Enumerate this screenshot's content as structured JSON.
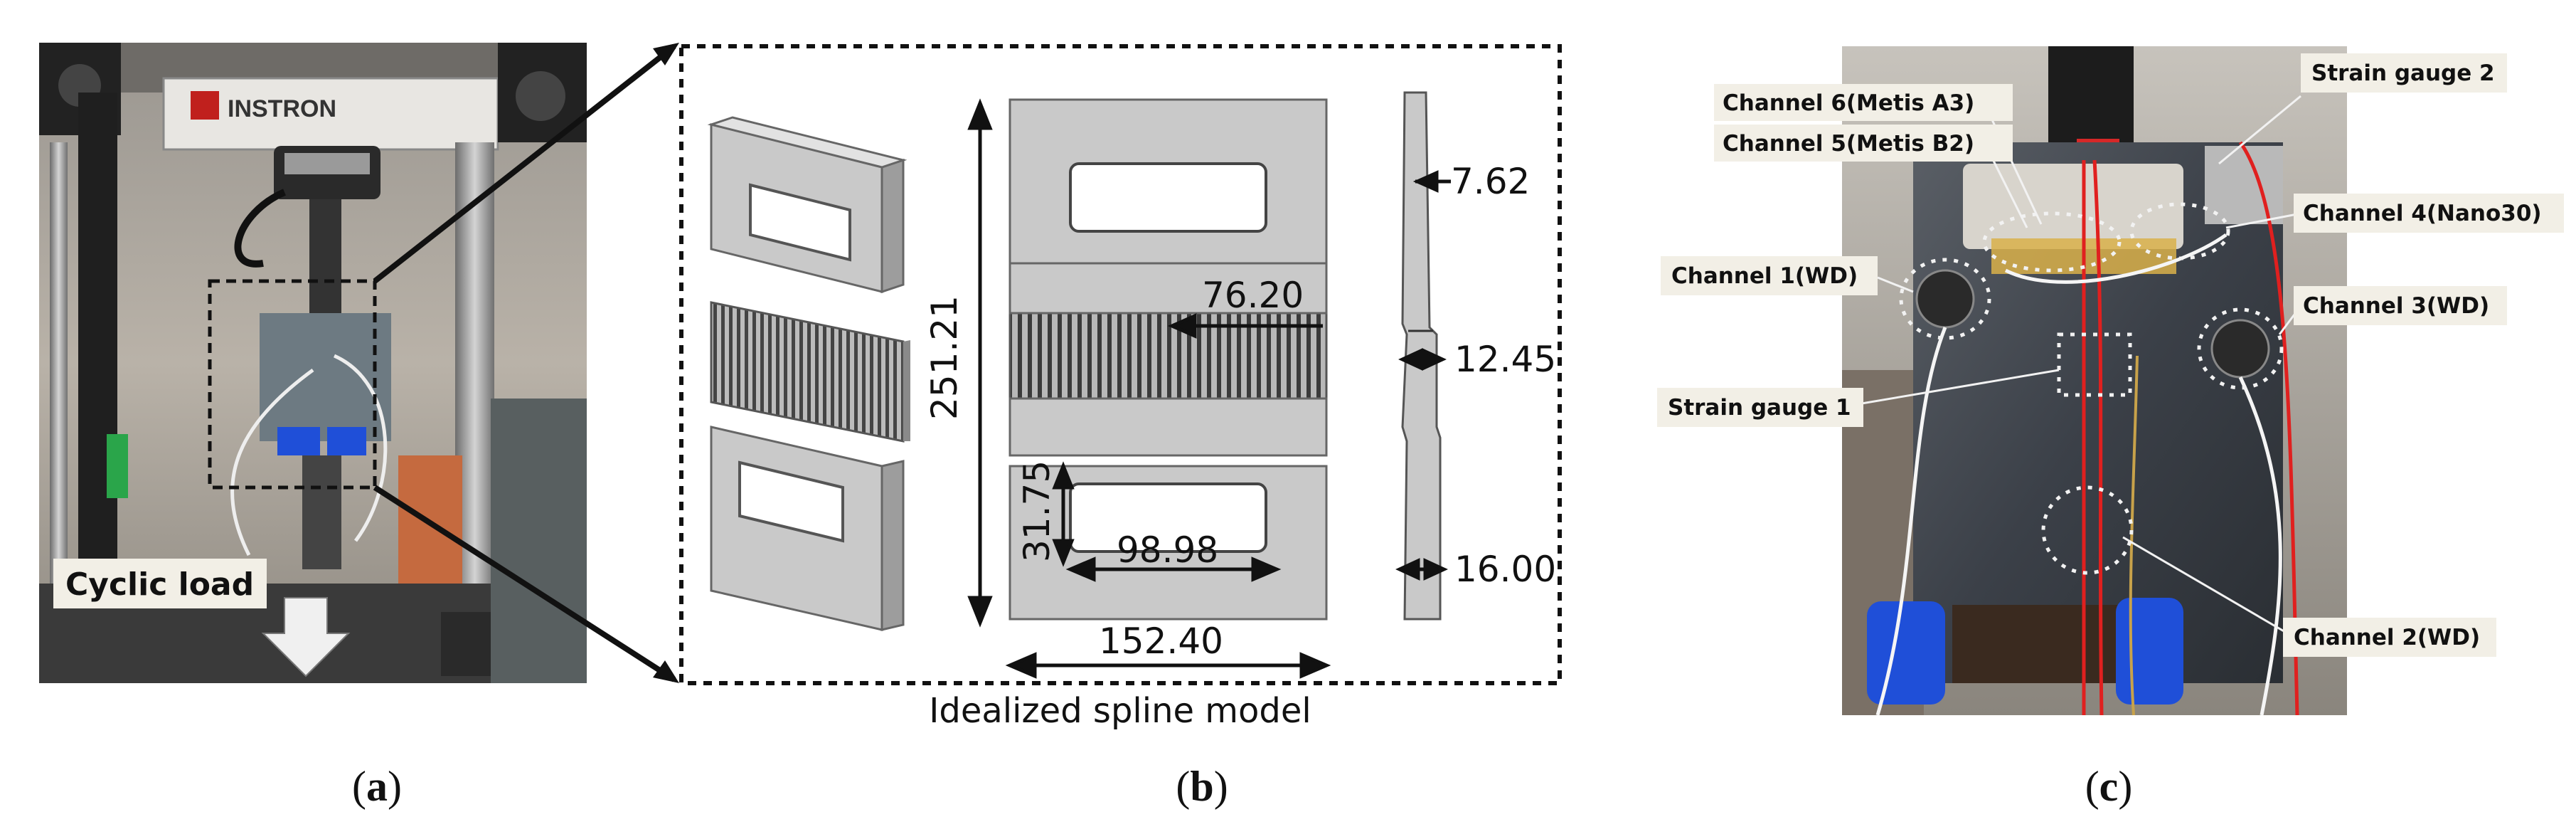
{
  "panel_a": {
    "machine_brand": "INSTRON",
    "load_label": "Cyclic load",
    "caption_open": "(",
    "caption_letter": "a",
    "caption_close": ")"
  },
  "panel_b": {
    "dimensions": {
      "height": "251.21",
      "spline_length": "76.20",
      "slot_height": "31.75",
      "slot_width": "98.98",
      "width": "152.40",
      "thickness_top": "7.62",
      "thickness_mid": "12.45",
      "thickness_bottom": "16.00"
    },
    "title": "Idealized spline model",
    "caption_open": "(",
    "caption_letter": "b",
    "caption_close": ")"
  },
  "panel_c": {
    "labels": {
      "strain_gauge_2": "Strain gauge 2",
      "channel_6": "Channel 6(Metis A3)",
      "channel_5": "Channel 5(Metis B2)",
      "channel_4": "Channel 4(Nano30)",
      "channel_1": "Channel 1(WD)",
      "channel_3": "Channel 3(WD)",
      "strain_gauge_1": "Strain gauge 1",
      "channel_2": "Channel 2(WD)"
    },
    "caption_open": "(",
    "caption_letter": "c",
    "caption_close": ")"
  },
  "colors": {
    "model_gray": "#c9c9c9",
    "label_box": "#f2efe6",
    "sensor_blue": "#1f4fd8",
    "wire_red": "#e0201f"
  }
}
